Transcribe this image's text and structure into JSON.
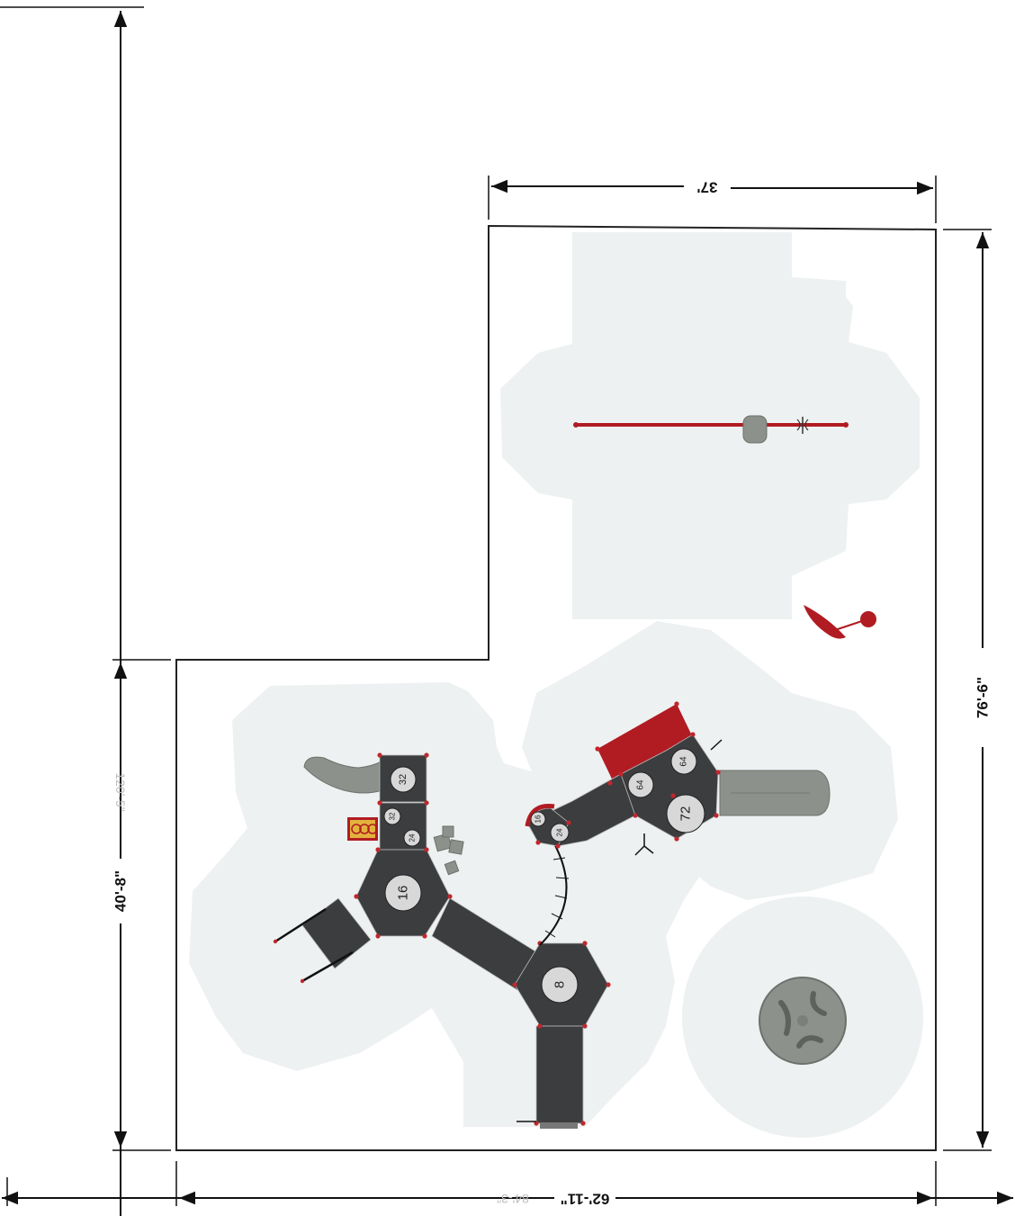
{
  "dimensions": {
    "top_width": "37'",
    "right_height": "76'-6\"",
    "left_height": "40'-8\"",
    "left_height_faint": "120'-5\"",
    "bottom_width": "62'-11\"",
    "bottom_width_faint": "84'-3\""
  },
  "deck_labels": {
    "d32a": "32",
    "d32b": "32",
    "d24a": "24",
    "d16a": "16",
    "d8": "8",
    "d16b": "16",
    "d24b": "24",
    "d64a": "64",
    "d64b": "64",
    "d72": "72"
  },
  "colors": {
    "boundary": "#222222",
    "safety_zone": "#eef1f1",
    "deck": "#3b3d3f",
    "accent_red": "#b01c22",
    "slide_gray": "#8c918b",
    "label_circle": "#d8d8d8"
  },
  "icons": [
    "dimension-arrow-icon",
    "slide-icon",
    "spinner-icon",
    "zipline-icon",
    "panel-icon"
  ]
}
